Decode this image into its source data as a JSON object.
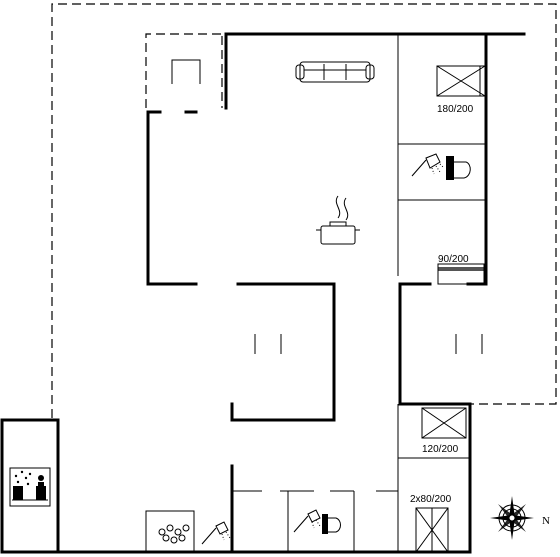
{
  "bed_labels": {
    "bed_top": "180/200",
    "bed_mid": "90/200",
    "bed_lower": "120/200",
    "bed_bottom": "2x80/200"
  },
  "compass": {
    "north_label": "N"
  }
}
